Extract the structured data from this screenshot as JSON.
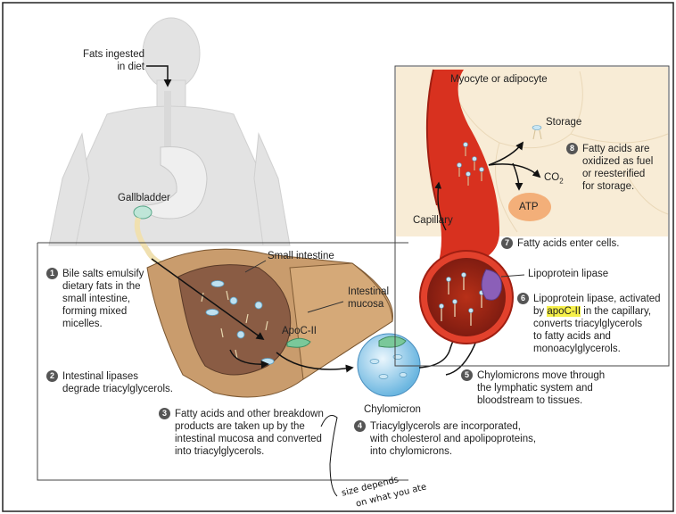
{
  "labels": {
    "fats_ingested": "Fats ingested\nin diet",
    "gallbladder": "Gallbladder",
    "small_intestine": "Small intestine",
    "intestinal_mucosa": "Intestinal\nmucosa",
    "apoc2": "ApoC-II",
    "chylomicron": "Chylomicron",
    "myocyte": "Myocyte or adipocyte",
    "storage": "Storage",
    "co2": "CO",
    "co2_sub": "2",
    "atp": "ATP",
    "capillary": "Capillary",
    "lipoprotein_lipase": "Lipoprotein lipase"
  },
  "steps": [
    {
      "num": "1",
      "text": "Bile salts emulsify\ndietary fats in the\nsmall intestine,\nforming mixed\nmicelles."
    },
    {
      "num": "2",
      "text": "Intestinal lipases\ndegrade triacylglycerols."
    },
    {
      "num": "3",
      "text": "Fatty acids and other breakdown\nproducts are taken up by the\nintestinal mucosa and converted\ninto triacylglycerols."
    },
    {
      "num": "4",
      "text": "Triacylglycerols are incorporated,\nwith cholesterol and apolipoproteins,\ninto chylomicrons."
    },
    {
      "num": "5",
      "text": "Chylomicrons move through\nthe lymphatic system and\nbloodstream to tissues."
    },
    {
      "num": "6",
      "text_pre": "Lipoprotein lipase, activated\nby ",
      "text_hl": "apoC-II",
      "text_post": " in the capillary,\nconverts triacylglycerols\nto fatty acids and\nmonoacylglycerols."
    },
    {
      "num": "7",
      "text": "Fatty acids enter cells."
    },
    {
      "num": "8",
      "text": "Fatty acids are\noxidized as fuel\nor reesterified\nfor storage."
    }
  ],
  "handwritten": {
    "line1": "size depends",
    "line2": "on what you ate"
  },
  "colors": {
    "body": "#e4e4e4",
    "intestine": "#c79a6a",
    "capillary": "#d8311f",
    "cell_bg": "#f7ecd6",
    "chylomicron": "#7ec3e6",
    "lipase": "#8b5fb8",
    "apoc2": "#7ac89a",
    "atp": "#f2a468",
    "highlight": "#f6f04a"
  }
}
